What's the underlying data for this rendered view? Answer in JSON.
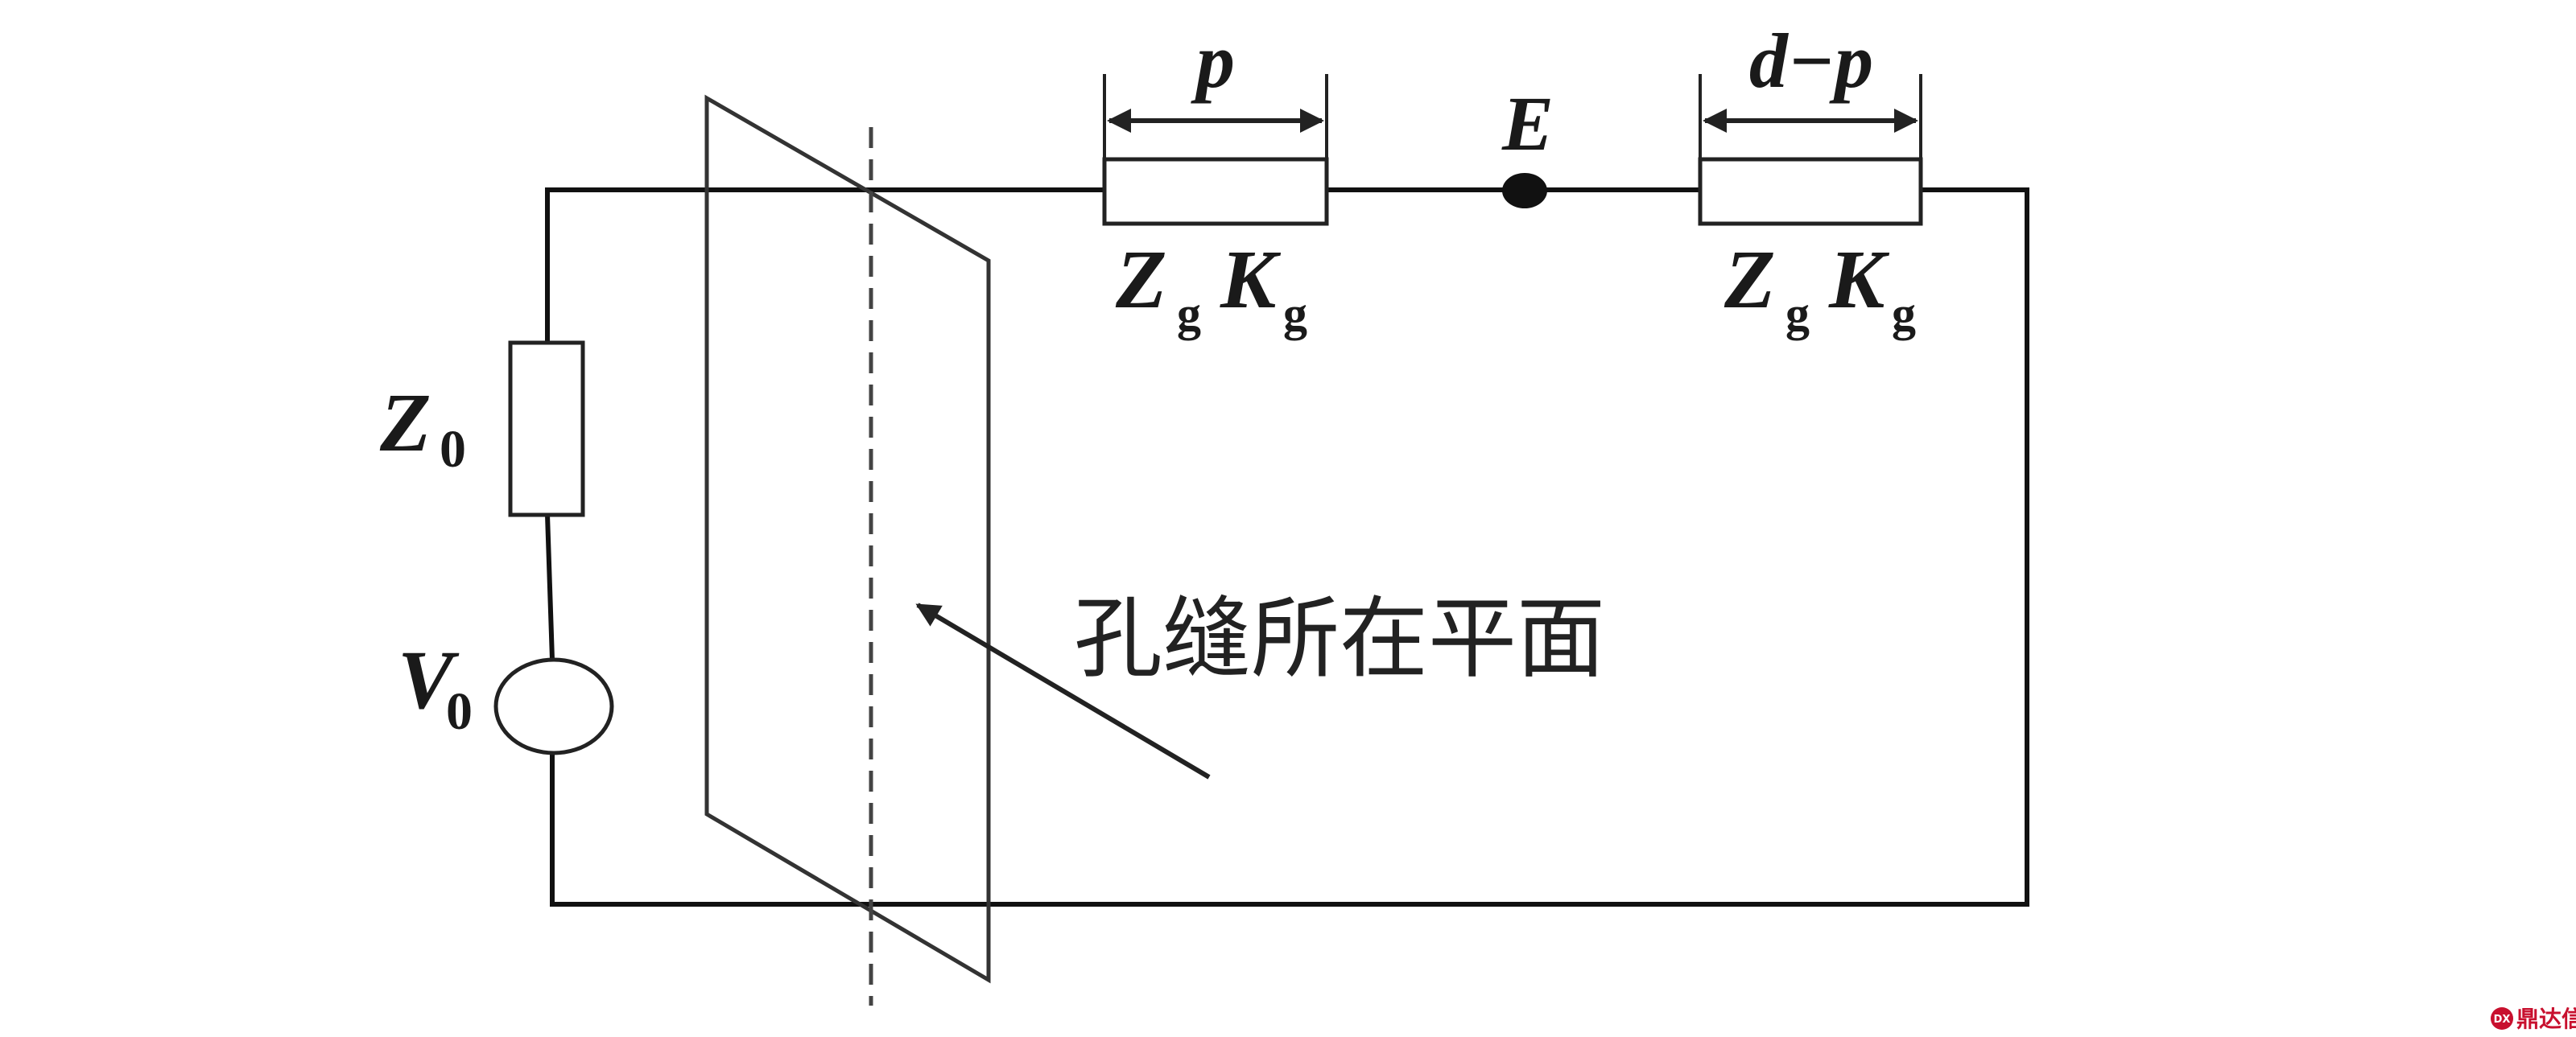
{
  "labels": {
    "p": "p",
    "d_minus_p": "d−p",
    "E": "E",
    "Z": "Z",
    "K": "K",
    "sub_g": "g",
    "Z0_main": "Z",
    "Z0_sub": "0",
    "V0_main": "V",
    "V0_sub": "0",
    "plane_caption": "孔缝所在平面"
  },
  "watermark": {
    "text": "鼎达信",
    "badge": "DX"
  },
  "colors": {
    "line": "#111111",
    "watermark": "#c8102e"
  }
}
